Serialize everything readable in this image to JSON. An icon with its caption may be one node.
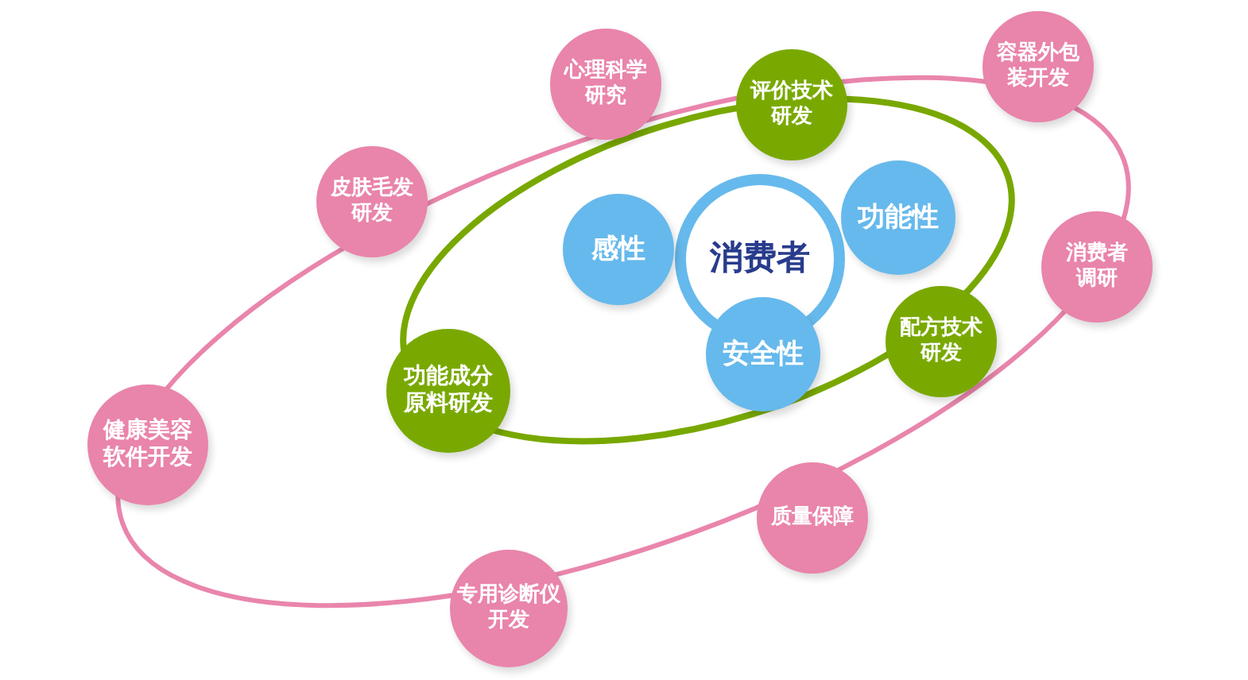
{
  "diagram": {
    "nodes": [
      {
        "text": [
          "消费者"
        ]
      },
      {
        "text": [
          "容器外包装开发"
        ]
      },
      {
        "text": [
          "心理科学研究"
        ]
      },
      {
        "text": [
          "评价技术研发"
        ]
      },
      {
        "text": [
          "功能性"
        ]
      },
      {
        "text": [
          "皮肤毛发研发"
        ]
      },
      {
        "text": [
          "感性"
        ]
      },
      {
        "text": [
          "消费者调研"
        ]
      },
      {
        "text": [
          "配方技术研发"
        ]
      },
      {
        "text": [
          "安全性"
        ]
      },
      {
        "text": [
          "功能成分原料研发"
        ]
      },
      {
        "text": [
          "健康美容软件开发"
        ]
      },
      {
        "text": [
          "质量保障"
        ]
      },
      {
        "text": [
          "专用诊断仪开发"
        ]
      }
    ]
  }
}
